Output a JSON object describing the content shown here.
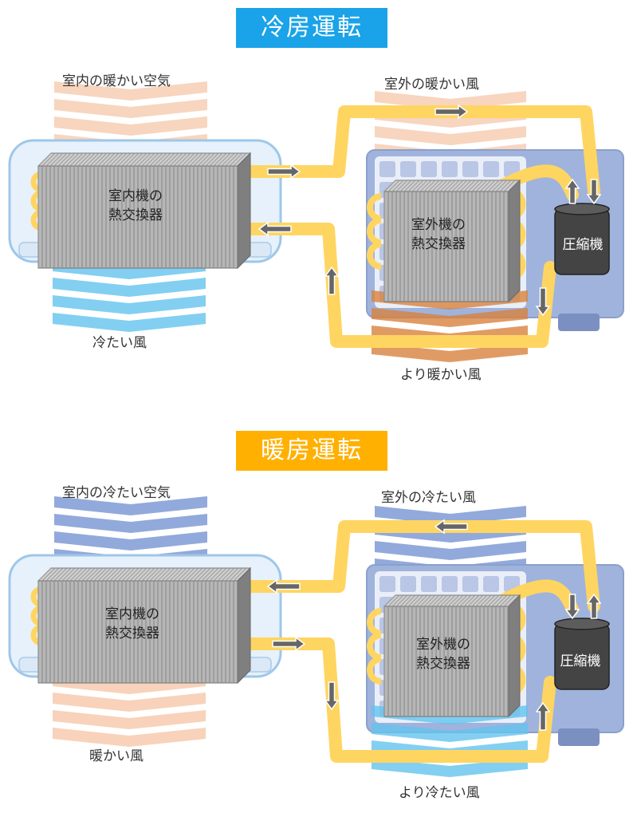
{
  "colors": {
    "cooling_title_bg": "#1aa3e8",
    "heating_title_bg": "#ffb000",
    "pipe": "#ffd561",
    "warm_air": "#f6c7a9",
    "hot_air": "#d8823d",
    "cold_air": "#63c3ee",
    "cool_air": "#6d8ccf",
    "arrow": "#666666",
    "indoor_unit": "#e6f1fb",
    "outdoor_unit": "#9fb3dc",
    "compressor": "#444444"
  },
  "cooling": {
    "title": "冷房運転",
    "indoor_intake": "室内の暖かい空気",
    "outdoor_intake": "室外の暖かい風",
    "indoor_output": "冷たい風",
    "outdoor_output": "より暖かい風",
    "indoor_hx": [
      "室内機の",
      "熱交換器"
    ],
    "outdoor_hx": [
      "室外機の",
      "熱交換器"
    ],
    "compressor": "圧縮機"
  },
  "heating": {
    "title": "暖房運転",
    "indoor_intake": "室内の冷たい空気",
    "outdoor_intake": "室外の冷たい風",
    "indoor_output": "暖かい風",
    "outdoor_output": "より冷たい風",
    "indoor_hx": [
      "室内機の",
      "熱交換器"
    ],
    "outdoor_hx": [
      "室外機の",
      "熱交換器"
    ],
    "compressor": "圧縮機"
  }
}
